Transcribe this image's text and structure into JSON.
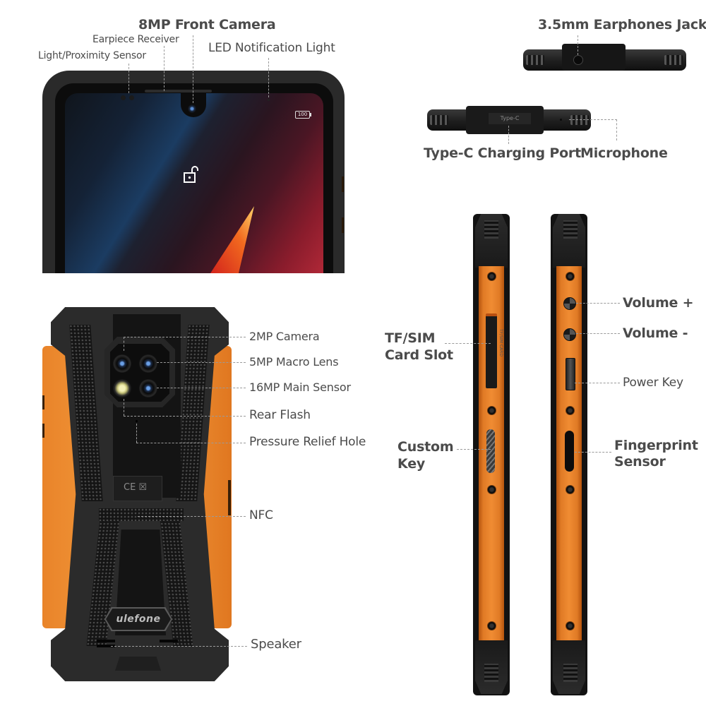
{
  "front_view": {
    "labels": {
      "front_camera": "8MP Front Camera",
      "earpiece": "Earpiece Receiver",
      "proximity": "Light/Proximity Sensor",
      "led": "LED Notification Light"
    },
    "status_bar": {
      "battery_level": "100"
    },
    "icons": {
      "lock": "unlock-icon"
    }
  },
  "top_edge_view": {
    "labels": {
      "headphone_jack": "3.5mm Earphones Jack"
    }
  },
  "bottom_edge_view": {
    "port_text": "Type-C",
    "labels": {
      "charging_port": "Type-C Charging Port",
      "microphone": "Microphone"
    }
  },
  "back_view": {
    "labels": {
      "camera_2mp": "2MP Camera",
      "macro_5mp": "5MP Macro Lens",
      "main_16mp": "16MP Main Sensor",
      "rear_flash": "Rear Flash",
      "pressure_hole": "Pressure Relief Hole",
      "nfc": "NFC",
      "speaker": "Speaker"
    },
    "certification_marks": "CE ☒",
    "brand_logo": "ulefone"
  },
  "left_side_view": {
    "labels": {
      "sim_slot_line1": "TF/SIM",
      "sim_slot_line2": "Card Slot",
      "custom_key_line1": "Custom",
      "custom_key_line2": "Key"
    },
    "sim_tray_text": "TF/SIM CARD"
  },
  "right_side_view": {
    "labels": {
      "volume_up": "Volume +",
      "volume_down": "Volume -",
      "power_key": "Power Key",
      "fingerprint_line1": "Fingerprint",
      "fingerprint_line2": "Sensor"
    }
  },
  "colors": {
    "accent_orange": "#f08c33",
    "body_black": "#1e1e1e",
    "label_gray": "#4b4b4b"
  }
}
